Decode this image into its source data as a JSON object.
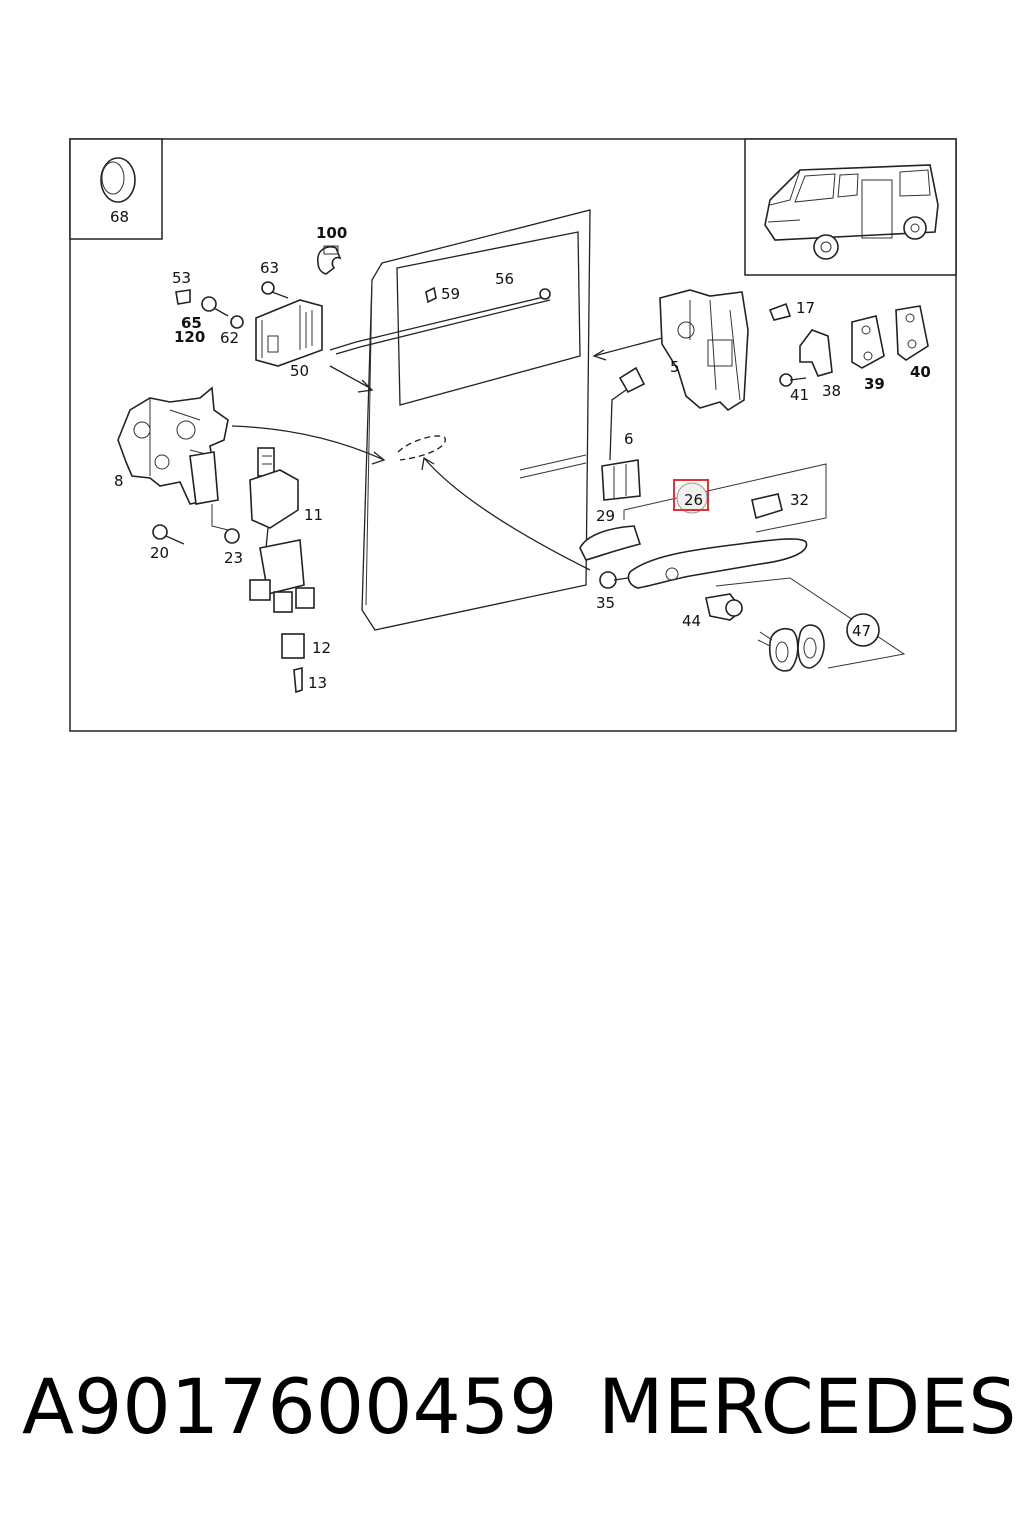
{
  "diagram": {
    "labels": {
      "p68": "68",
      "p100": "100",
      "p53": "53",
      "p63": "63",
      "p65": "65",
      "p120": "120",
      "p62": "62",
      "p50": "50",
      "p59": "59",
      "p56": "56",
      "p17": "17",
      "p5": "5",
      "p41": "41",
      "p38": "38",
      "p39": "39",
      "p40": "40",
      "p6": "6",
      "p8": "8",
      "p11": "11",
      "p20": "20",
      "p23": "23",
      "p12": "12",
      "p13": "13",
      "p26": "26",
      "p32": "32",
      "p29": "29",
      "p35": "35",
      "p44": "44",
      "p47": "47"
    },
    "highlight_color": "#e0303a"
  },
  "footer": {
    "part_number": "A9017600459",
    "brand": "MERCEDES"
  }
}
